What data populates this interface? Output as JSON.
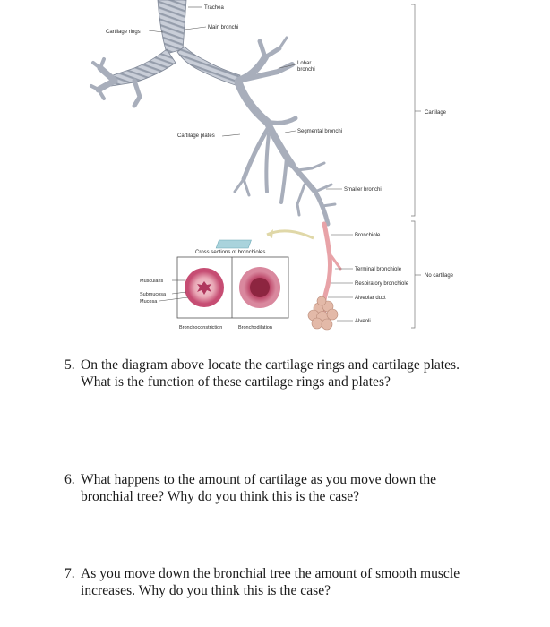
{
  "diagram": {
    "labels": {
      "trachea": "Trachea",
      "main_bronchi": "Main bronchi",
      "cartilage_rings": "Cartilage rings",
      "lobar_bronchi_line1": "Lobar",
      "lobar_bronchi_line2": "bronchi",
      "cartilage_plates": "Cartilage plates",
      "segmental_bronchi": "Segmental bronchi",
      "smaller_bronchi": "Smaller bronchi",
      "cartilage": "Cartilage",
      "bronchiole": "Bronchiole",
      "cross_sections": "Cross sections of bronchioles",
      "terminal_bronchiole": "Terminal bronchiole",
      "no_cartilage": "No cartilage",
      "respiratory_bronchiole": "Respiratory bronchiole",
      "alveolar_duct": "Alveolar duct",
      "alveoli": "Alveoli",
      "muscularis": "Muscularis",
      "submucosa": "Submucosa",
      "mucosa": "Mucosa",
      "bronchoconstriction": "Bronchoconstriction",
      "bronchodilation": "Bronchodilation"
    },
    "colors": {
      "airway": "#c3c8d3",
      "airway_ring": "#8f97a6",
      "bronchiole": "#e8a3a8",
      "alveoli": "#e3b9a8",
      "cross_section": "#c64d73",
      "glass_slide": "#a9d3dc"
    }
  },
  "questions": [
    {
      "number": "5.",
      "text": "On the diagram above locate the cartilage rings and cartilage plates. What is the function of these cartilage rings and plates?"
    },
    {
      "number": "6.",
      "text": "What happens to the amount of cartilage as you move down the bronchial tree? Why do you think this is the case?"
    },
    {
      "number": "7.",
      "text": "As you move down the bronchial tree the amount of smooth muscle increases. Why do you think this is the case?"
    }
  ]
}
